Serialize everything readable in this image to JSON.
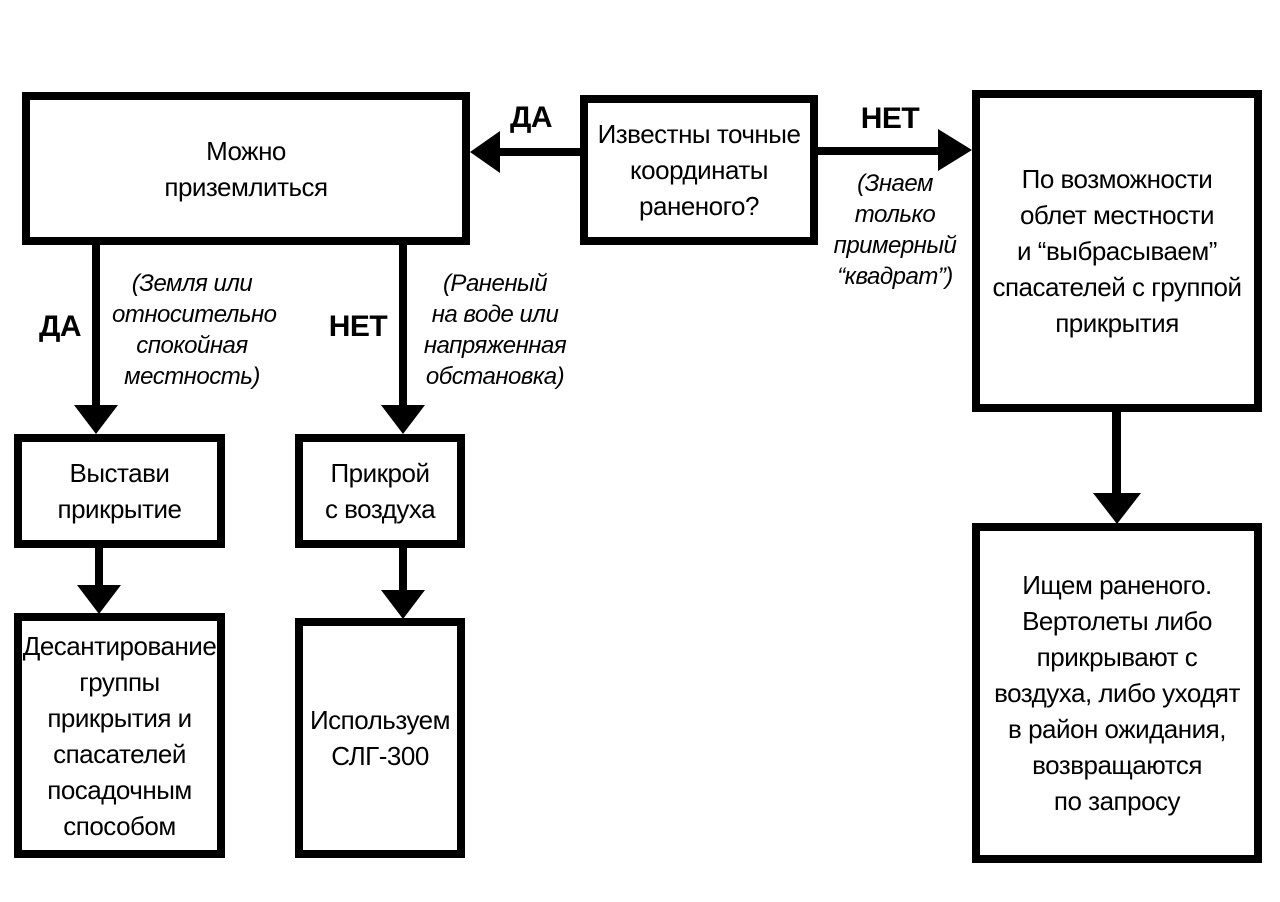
{
  "colors": {
    "ink": "#000000",
    "background": "#ffffff"
  },
  "nodes": {
    "decision": {
      "text": "Известны точные\nкоординаты\nраненого?"
    },
    "can_land": {
      "text": "Можно\nприземлиться"
    },
    "overfly": {
      "text": "По возможности\nоблет местности\nи “выбрасываем”\nспасателей с группой\nприкрытия"
    },
    "set_cover": {
      "text": "Выстави\nприкрытие"
    },
    "cover_air": {
      "text": "Прикрой\nс воздуха"
    },
    "landing": {
      "text": "Десантирование\nгруппы\nприкрытия и\nспасателей\nпосадочным\nспособом"
    },
    "slg": {
      "text": "Используем\nСЛГ-300"
    },
    "search": {
      "text": "Ищем раненого.\nВертолеты либо\nприкрывают с\nвоздуха, либо уходят\nв район ожидания,\nвозвращаются\nпо запросу"
    }
  },
  "edges": {
    "yes_top": {
      "label": "ДА"
    },
    "no_top": {
      "label": "НЕТ",
      "note": "(Знаем\nтолько\nпримерный\n“квадрат”)"
    },
    "yes_down": {
      "label": "ДА",
      "note": "(Земля или\nотносительно\nспокойная\nместность)"
    },
    "no_down": {
      "label": "НЕТ",
      "note": "(Раненый\nна воде или\nнапряженная\nобстановка)"
    }
  }
}
